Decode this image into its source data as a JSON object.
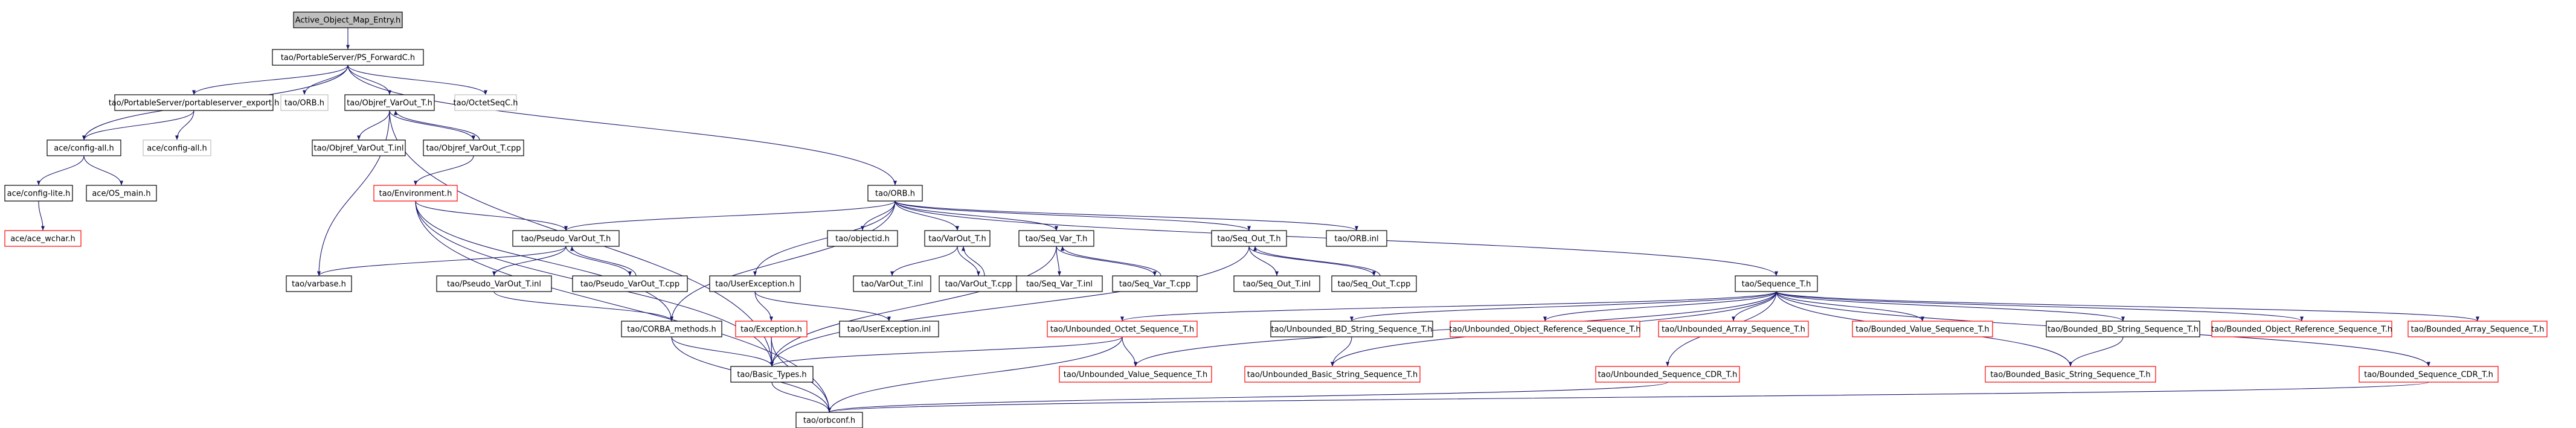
{
  "title": "Active_Object_Map_Entry.h",
  "colors": {
    "root_fill": "#bfbfbf",
    "normal_border": "#000000",
    "missing_border": "#ff0000",
    "external_border": "#bfbfbf",
    "edge": "#191970",
    "background": "#ffffff"
  },
  "nodes": [
    {
      "id": "root",
      "label": "Active_Object_Map_Entry.h",
      "kind": "root"
    },
    {
      "id": "psfwd",
      "label": "tao/PortableServer/PS_ForwardC.h",
      "kind": "normal"
    },
    {
      "id": "aceconfigall",
      "label": "ace/config-all.h",
      "kind": "normal"
    },
    {
      "id": "psexport",
      "label": "tao/PortableServer/portableserver_export.h",
      "kind": "normal"
    },
    {
      "id": "taoorbh_top",
      "label": "tao/ORB.h",
      "kind": "external"
    },
    {
      "id": "objvarout",
      "label": "tao/Objref_VarOut_T.h",
      "kind": "normal"
    },
    {
      "id": "octetseqc",
      "label": "tao/OctetSeqC.h",
      "kind": "external"
    },
    {
      "id": "aceconfigall2",
      "label": "ace/config-all.h",
      "kind": "external"
    },
    {
      "id": "objvaroutinl",
      "label": "tao/Objref_VarOut_T.inl",
      "kind": "normal"
    },
    {
      "id": "objvaroutcpp",
      "label": "tao/Objref_VarOut_T.cpp",
      "kind": "normal"
    },
    {
      "id": "aceconfiglite",
      "label": "ace/config-lite.h",
      "kind": "normal"
    },
    {
      "id": "aceosmain",
      "label": "ace/OS_main.h",
      "kind": "normal"
    },
    {
      "id": "acewchar",
      "label": "ace/ace_wchar.h",
      "kind": "missing"
    },
    {
      "id": "environment",
      "label": "tao/Environment.h",
      "kind": "missing"
    },
    {
      "id": "orbh",
      "label": "tao/ORB.h",
      "kind": "normal"
    },
    {
      "id": "pseudovarout",
      "label": "tao/Pseudo_VarOut_T.h",
      "kind": "normal"
    },
    {
      "id": "varbase",
      "label": "tao/varbase.h",
      "kind": "normal"
    },
    {
      "id": "pseudovaroutinl",
      "label": "tao/Pseudo_VarOut_T.inl",
      "kind": "normal"
    },
    {
      "id": "pseudovaroutcpp",
      "label": "tao/Pseudo_VarOut_T.cpp",
      "kind": "normal"
    },
    {
      "id": "corbamethods",
      "label": "tao/CORBA_methods.h",
      "kind": "normal"
    },
    {
      "id": "objectid",
      "label": "tao/objectid.h",
      "kind": "normal"
    },
    {
      "id": "userexception",
      "label": "tao/UserException.h",
      "kind": "normal"
    },
    {
      "id": "userexceptioninl",
      "label": "tao/UserException.inl",
      "kind": "normal"
    },
    {
      "id": "exception",
      "label": "tao/Exception.h",
      "kind": "missing"
    },
    {
      "id": "basictypes",
      "label": "tao/Basic_Types.h",
      "kind": "normal"
    },
    {
      "id": "orbconf",
      "label": "tao/orbconf.h",
      "kind": "normal"
    },
    {
      "id": "varout",
      "label": "tao/VarOut_T.h",
      "kind": "normal"
    },
    {
      "id": "varoutinl",
      "label": "tao/VarOut_T.inl",
      "kind": "normal"
    },
    {
      "id": "varoutcpp",
      "label": "tao/VarOut_T.cpp",
      "kind": "normal"
    },
    {
      "id": "seqvar",
      "label": "tao/Seq_Var_T.h",
      "kind": "normal"
    },
    {
      "id": "seqvarinl",
      "label": "tao/Seq_Var_T.inl",
      "kind": "normal"
    },
    {
      "id": "seqvarcpp",
      "label": "tao/Seq_Var_T.cpp",
      "kind": "normal"
    },
    {
      "id": "seqout",
      "label": "tao/Seq_Out_T.h",
      "kind": "normal"
    },
    {
      "id": "seqoutinl",
      "label": "tao/Seq_Out_T.inl",
      "kind": "normal"
    },
    {
      "id": "seqoutcpp",
      "label": "tao/Seq_Out_T.cpp",
      "kind": "normal"
    },
    {
      "id": "orbinl",
      "label": "tao/ORB.inl",
      "kind": "normal"
    },
    {
      "id": "sequence",
      "label": "tao/Sequence_T.h",
      "kind": "normal"
    },
    {
      "id": "unbOctet",
      "label": "tao/Unbounded_Octet_Sequence_T.h",
      "kind": "missing"
    },
    {
      "id": "unbValue",
      "label": "tao/Unbounded_Value_Sequence_T.h",
      "kind": "missing"
    },
    {
      "id": "unbBD",
      "label": "tao/Unbounded_BD_String_Sequence_T.h",
      "kind": "normal"
    },
    {
      "id": "unbBasicStr",
      "label": "tao/Unbounded_Basic_String_Sequence_T.h",
      "kind": "missing"
    },
    {
      "id": "unbObjRef",
      "label": "tao/Unbounded_Object_Reference_Sequence_T.h",
      "kind": "missing"
    },
    {
      "id": "unbArray",
      "label": "tao/Unbounded_Array_Sequence_T.h",
      "kind": "missing"
    },
    {
      "id": "unbCDR",
      "label": "tao/Unbounded_Sequence_CDR_T.h",
      "kind": "missing"
    },
    {
      "id": "bndValue",
      "label": "tao/Bounded_Value_Sequence_T.h",
      "kind": "missing"
    },
    {
      "id": "bndBD",
      "label": "tao/Bounded_BD_String_Sequence_T.h",
      "kind": "normal"
    },
    {
      "id": "bndBasicStr",
      "label": "tao/Bounded_Basic_String_Sequence_T.h",
      "kind": "missing"
    },
    {
      "id": "bndObjRef",
      "label": "tao/Bounded_Object_Reference_Sequence_T.h",
      "kind": "missing"
    },
    {
      "id": "bndArray",
      "label": "tao/Bounded_Array_Sequence_T.h",
      "kind": "missing"
    },
    {
      "id": "bndCDR",
      "label": "tao/Bounded_Sequence_CDR_T.h",
      "kind": "missing"
    }
  ],
  "edges": [
    [
      "root",
      "psfwd"
    ],
    [
      "psfwd",
      "aceconfigall"
    ],
    [
      "psfwd",
      "psexport"
    ],
    [
      "psfwd",
      "taoorbh_top"
    ],
    [
      "psfwd",
      "objvarout"
    ],
    [
      "psfwd",
      "octetseqc"
    ],
    [
      "psfwd",
      "orbh"
    ],
    [
      "psexport",
      "aceconfigall"
    ],
    [
      "psexport",
      "aceconfigall2"
    ],
    [
      "aceconfigall",
      "aceconfiglite"
    ],
    [
      "aceconfigall",
      "aceosmain"
    ],
    [
      "aceconfiglite",
      "acewchar"
    ],
    [
      "objvarout",
      "objvaroutinl"
    ],
    [
      "objvarout",
      "objvaroutcpp"
    ],
    [
      "objvarout",
      "varbase"
    ],
    [
      "objvarout",
      "basictypes"
    ],
    [
      "objvaroutcpp",
      "objvarout"
    ],
    [
      "objvaroutcpp",
      "environment"
    ],
    [
      "environment",
      "pseudovarout"
    ],
    [
      "environment",
      "corbamethods"
    ],
    [
      "environment",
      "basictypes"
    ],
    [
      "environment",
      "orbconf"
    ],
    [
      "orbh",
      "pseudovarout"
    ],
    [
      "orbh",
      "corbamethods"
    ],
    [
      "orbh",
      "objectid"
    ],
    [
      "orbh",
      "userexception"
    ],
    [
      "orbh",
      "varout"
    ],
    [
      "orbh",
      "seqvar"
    ],
    [
      "orbh",
      "seqout"
    ],
    [
      "orbh",
      "orbinl"
    ],
    [
      "orbh",
      "sequence"
    ],
    [
      "pseudovarout",
      "varbase"
    ],
    [
      "pseudovarout",
      "pseudovaroutinl"
    ],
    [
      "pseudovarout",
      "pseudovaroutcpp"
    ],
    [
      "pseudovaroutcpp",
      "pseudovarout"
    ],
    [
      "pseudovaroutinl",
      "corbamethods"
    ],
    [
      "corbamethods",
      "basictypes"
    ],
    [
      "corbamethods",
      "orbconf"
    ],
    [
      "userexception",
      "exception"
    ],
    [
      "userexception",
      "userexceptioninl"
    ],
    [
      "exception",
      "basictypes"
    ],
    [
      "exception",
      "orbconf"
    ],
    [
      "basictypes",
      "orbconf"
    ],
    [
      "varout",
      "varoutinl"
    ],
    [
      "varout",
      "varoutcpp"
    ],
    [
      "varoutcpp",
      "varout"
    ],
    [
      "seqvar",
      "seqvarinl"
    ],
    [
      "seqvar",
      "seqvarcpp"
    ],
    [
      "seqvarcpp",
      "seqvar"
    ],
    [
      "seqvar",
      "basictypes"
    ],
    [
      "seqout",
      "seqoutinl"
    ],
    [
      "seqout",
      "seqoutcpp"
    ],
    [
      "seqoutcpp",
      "seqout"
    ],
    [
      "seqout",
      "basictypes"
    ],
    [
      "sequence",
      "unbOctet"
    ],
    [
      "sequence",
      "unbValue"
    ],
    [
      "sequence",
      "unbBD"
    ],
    [
      "sequence",
      "unbBasicStr"
    ],
    [
      "sequence",
      "unbObjRef"
    ],
    [
      "sequence",
      "unbArray"
    ],
    [
      "sequence",
      "unbCDR"
    ],
    [
      "sequence",
      "bndValue"
    ],
    [
      "sequence",
      "bndBD"
    ],
    [
      "sequence",
      "bndBasicStr"
    ],
    [
      "sequence",
      "bndObjRef"
    ],
    [
      "sequence",
      "bndArray"
    ],
    [
      "sequence",
      "bndCDR"
    ],
    [
      "unbOctet",
      "unbValue"
    ],
    [
      "unbOctet",
      "basictypes"
    ],
    [
      "unbOctet",
      "orbconf"
    ],
    [
      "unbBD",
      "unbBasicStr"
    ],
    [
      "bndBD",
      "bndBasicStr"
    ],
    [
      "unbCDR",
      "orbconf"
    ],
    [
      "bndCDR",
      "orbconf"
    ]
  ]
}
